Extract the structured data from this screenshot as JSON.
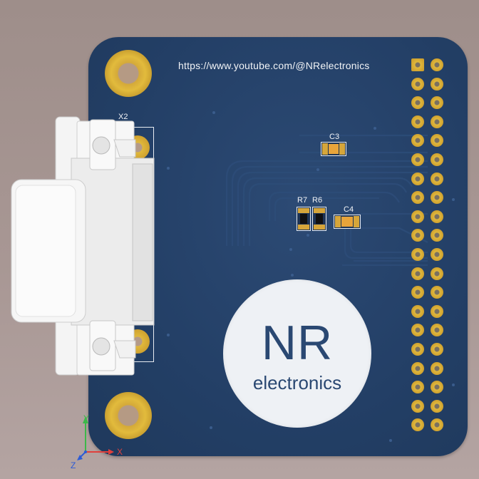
{
  "board": {
    "url_text": "https://www.youtube.com/@NRelectronics",
    "connector_ref": "X2",
    "components": [
      {
        "ref": "C3"
      },
      {
        "ref": "R7"
      },
      {
        "ref": "R6"
      },
      {
        "ref": "C4"
      }
    ],
    "logo": {
      "title": "NR",
      "subtitle": "electronics"
    },
    "header_pins": {
      "rows": 20,
      "cols": 2
    }
  },
  "axes": {
    "x_label": "X",
    "y_label": "Y",
    "z_label": "Z"
  },
  "colors": {
    "background": "#a89794",
    "board": "#233f66",
    "pad_gold": "#d6a63a",
    "silkscreen": "#f1f3f6",
    "logo_circle": "#eef1f5",
    "axis_x": "#e0403c",
    "axis_y": "#3cb84a",
    "axis_z": "#2c5bd6"
  }
}
